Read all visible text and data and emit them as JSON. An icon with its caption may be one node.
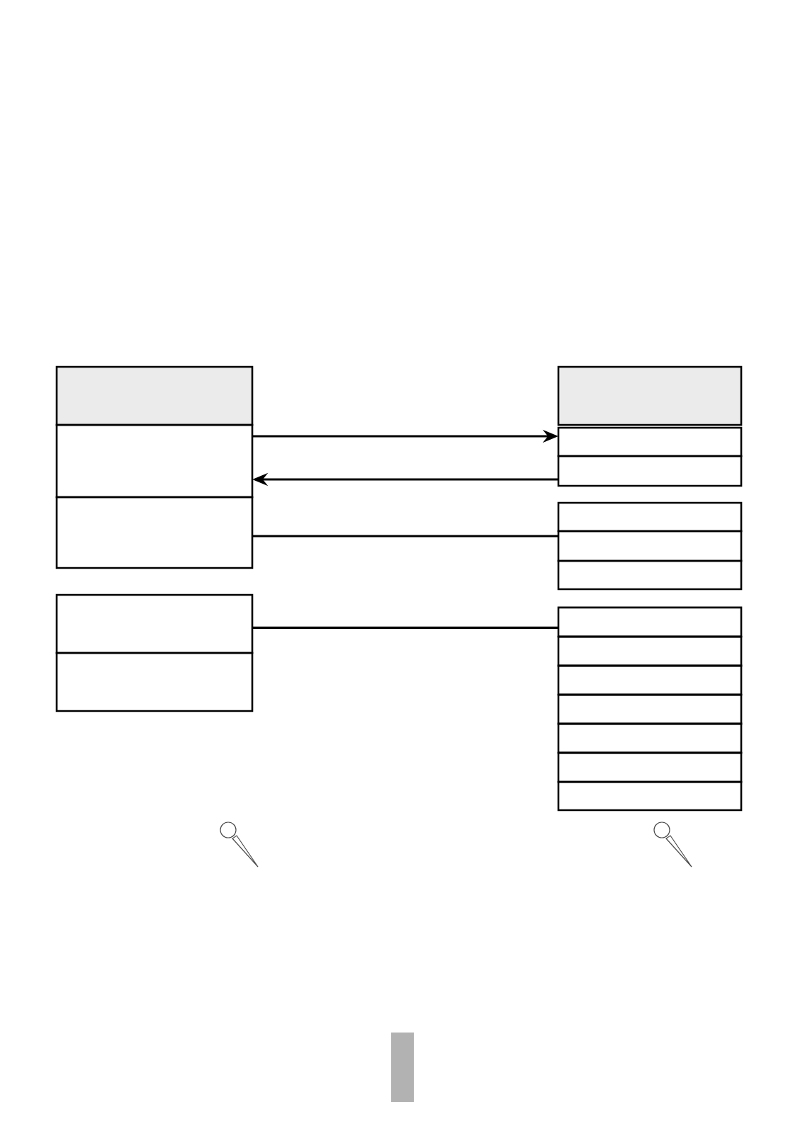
{
  "diagram": {
    "nodes": [
      {
        "text": [],
        "shape": "box"
      },
      {
        "text": [],
        "shape": "box"
      },
      {
        "text": [],
        "shape": "box"
      },
      {
        "text": [],
        "shape": "box"
      },
      {
        "text": [],
        "shape": "box"
      },
      {
        "text": [],
        "shape": "box"
      },
      {
        "text": [],
        "shape": "box"
      },
      {
        "text": [],
        "shape": "box"
      },
      {
        "text": [],
        "shape": "box"
      },
      {
        "text": [],
        "shape": "box"
      },
      {
        "text": [],
        "shape": "box"
      },
      {
        "text": [],
        "shape": "box"
      },
      {
        "text": [],
        "shape": "box"
      },
      {
        "text": [],
        "shape": "box"
      },
      {
        "text": [],
        "shape": "box"
      },
      {
        "text": [],
        "shape": "box"
      },
      {
        "text": [],
        "shape": "box"
      },
      {
        "text": [],
        "shape": "box"
      }
    ],
    "edges": [
      {
        "from": 1,
        "to": 6,
        "arrow": "to"
      },
      {
        "from": 7,
        "to": 1,
        "arrow": "to"
      },
      {
        "from": 2,
        "to": 9,
        "arrow": "none"
      },
      {
        "from": 3,
        "to": 11,
        "arrow": "none"
      }
    ]
  }
}
